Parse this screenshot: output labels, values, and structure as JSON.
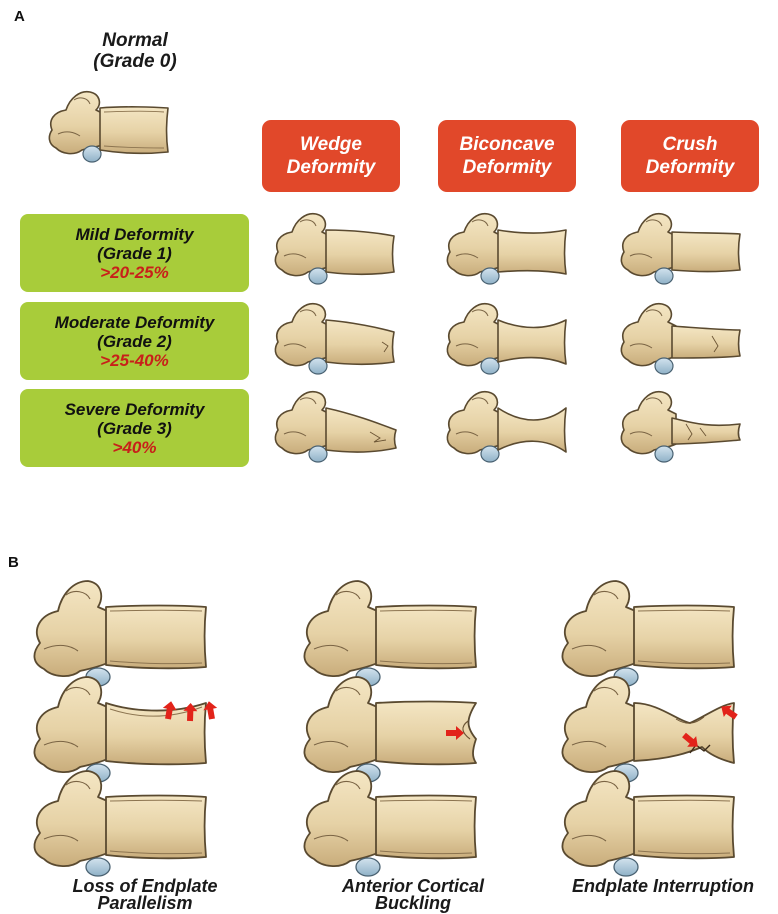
{
  "panel_a": {
    "letter": "A",
    "normal": {
      "line1": "Normal",
      "line2": "(Grade 0)"
    },
    "deformity_types": [
      {
        "line1": "Wedge",
        "line2": "Deformity"
      },
      {
        "line1": "Biconcave",
        "line2": "Deformity"
      },
      {
        "line1": "Crush",
        "line2": "Deformity"
      }
    ],
    "grades": [
      {
        "name": "Mild Deformity",
        "grade": "(Grade 1)",
        "threshold": ">20-25%"
      },
      {
        "name": "Moderate Deformity",
        "grade": "(Grade 2)",
        "threshold": ">25-40%"
      },
      {
        "name": "Severe Deformity",
        "grade": "(Grade 3)",
        "threshold": ">40%"
      }
    ]
  },
  "panel_b": {
    "letter": "B",
    "captions": [
      {
        "line1": "Loss of Endplate",
        "line2": "Parallelism"
      },
      {
        "line1": "Anterior Cortical",
        "line2": "Buckling"
      },
      {
        "line1": "Endplate Interruption",
        "line2": ""
      }
    ]
  },
  "colors": {
    "type_header": "#e1482a",
    "grade_box": "#a8cc3a",
    "threshold_text": "#c8201a",
    "bone": "#e9d7b0",
    "bone_outline": "#5a4a30",
    "disc": "#a9c6d8",
    "arrow": "#e2231a"
  }
}
